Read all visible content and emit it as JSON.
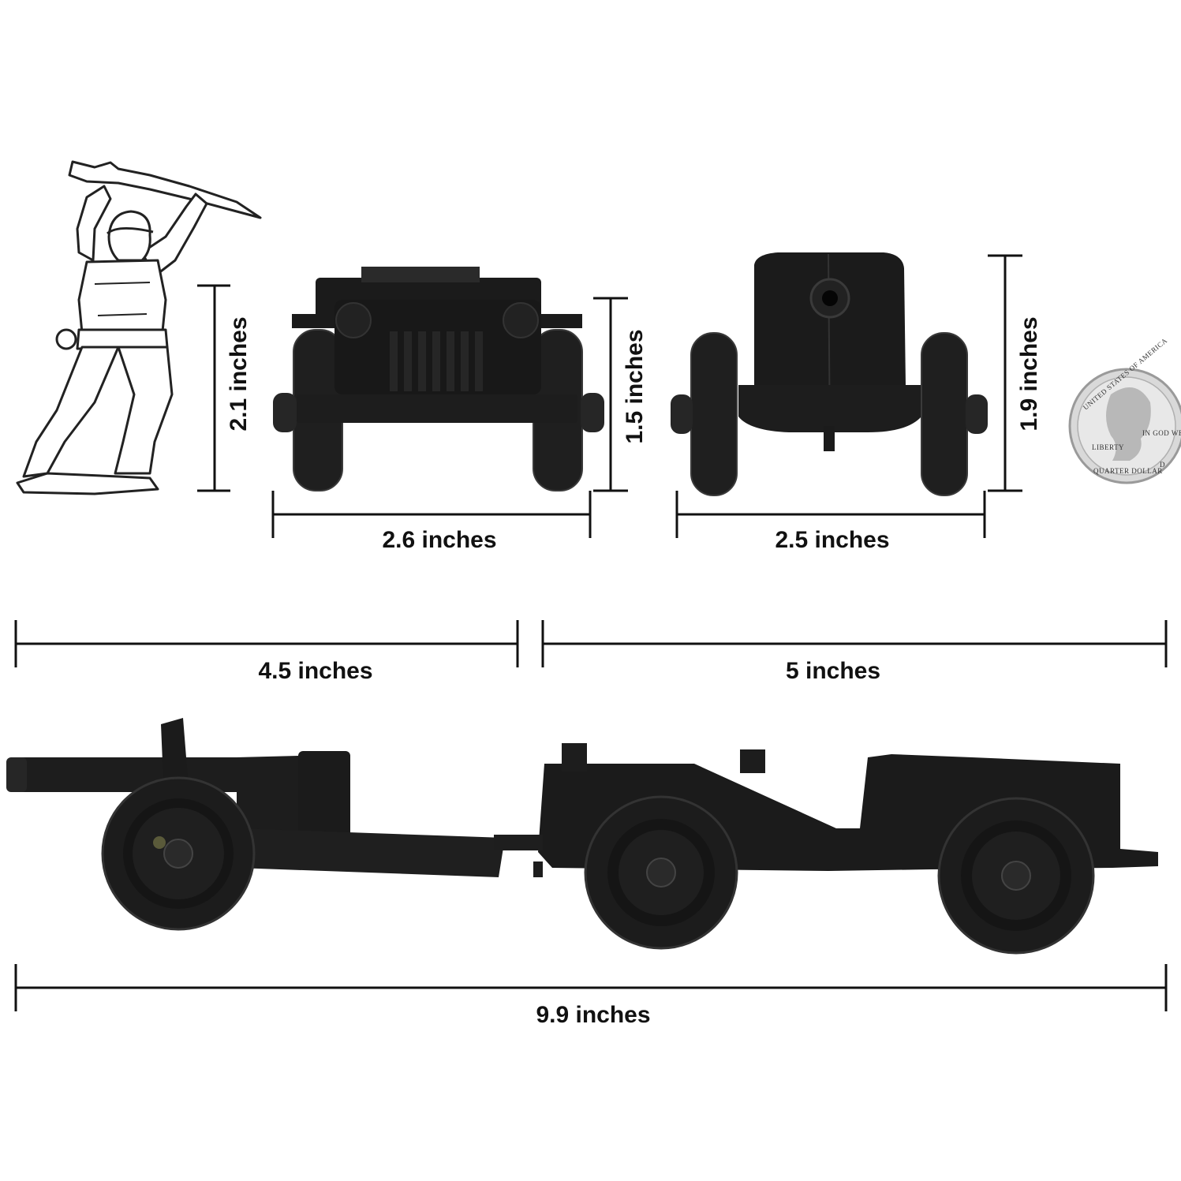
{
  "dimensions": {
    "soldier_height": "2.1 inches",
    "jeep_front_width": "2.6 inches",
    "jeep_front_height": "1.5 inches",
    "cannon_front_width": "2.5 inches",
    "cannon_front_height": "1.9 inches",
    "cannon_length": "4.5 inches",
    "jeep_length": "5 inches",
    "total_length": "9.9 inches"
  },
  "coin": {
    "top_text": "UNITED STATES OF AMERICA",
    "bottom_text": "QUARTER DOLLAR",
    "liberty": "LIBERTY",
    "motto": "IN GOD WE TRUST",
    "mint": "D"
  },
  "colors": {
    "toy_black": "#1b1b1b",
    "toy_shade": "#2a2a2a",
    "line": "#111111",
    "coin_silver": "#d9d9d9"
  },
  "objects": [
    "soldier-figure",
    "jeep-front-view",
    "cannon-front-view",
    "quarter-coin",
    "cannon-side-view",
    "jeep-side-view"
  ]
}
